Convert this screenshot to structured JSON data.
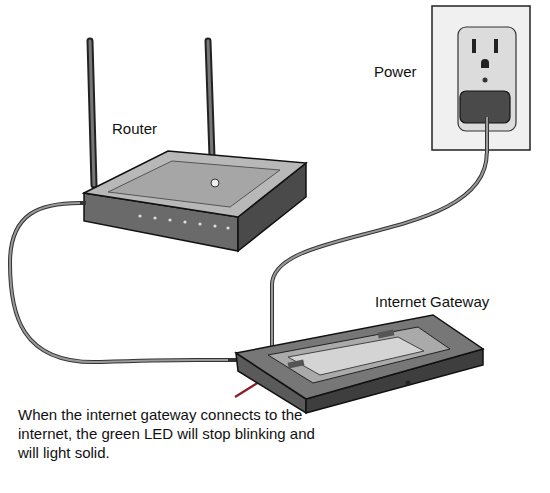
{
  "diagram": {
    "nodes": [
      {
        "text": [
          "Router"
        ]
      },
      {
        "text": [
          "Power"
        ]
      },
      {
        "text": [
          "Internet Gateway"
        ]
      }
    ],
    "edges": [
      {
        "from": 0,
        "to": 2,
        "arrow": "none"
      },
      {
        "from": 1,
        "to": 2,
        "arrow": "none"
      }
    ],
    "labels": [
      "When the internet gateway connects to the internet, the green LED will stop blinking and will light solid."
    ]
  }
}
